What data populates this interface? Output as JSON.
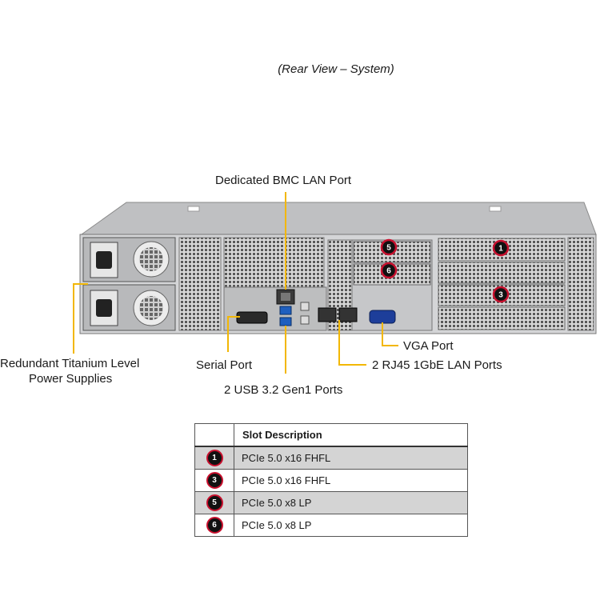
{
  "title": "(Rear View – System)",
  "callouts": {
    "bmc": "Dedicated BMC LAN Port",
    "psu_line1": "Redundant Titanium Level",
    "psu_line2": "Power Supplies",
    "serial": "Serial Port",
    "usb": "2 USB 3.2 Gen1 Ports",
    "vga": "VGA Port",
    "lan": "2 RJ45 1GbE LAN Ports"
  },
  "slot_badges": [
    "5",
    "6",
    "1",
    "3"
  ],
  "slot_table": {
    "header": "Slot Description",
    "rows": [
      {
        "num": "1",
        "desc": "PCIe 5.0 x16 FHFL"
      },
      {
        "num": "3",
        "desc": "PCIe 5.0 x16 FHFL"
      },
      {
        "num": "5",
        "desc": "PCIe 5.0 x8 LP"
      },
      {
        "num": "6",
        "desc": "PCIe 5.0 x8 LP"
      }
    ]
  },
  "colors": {
    "callout_line": "#f2b705",
    "badge_ring": "#c8102e",
    "chassis": "#c9cacc"
  }
}
